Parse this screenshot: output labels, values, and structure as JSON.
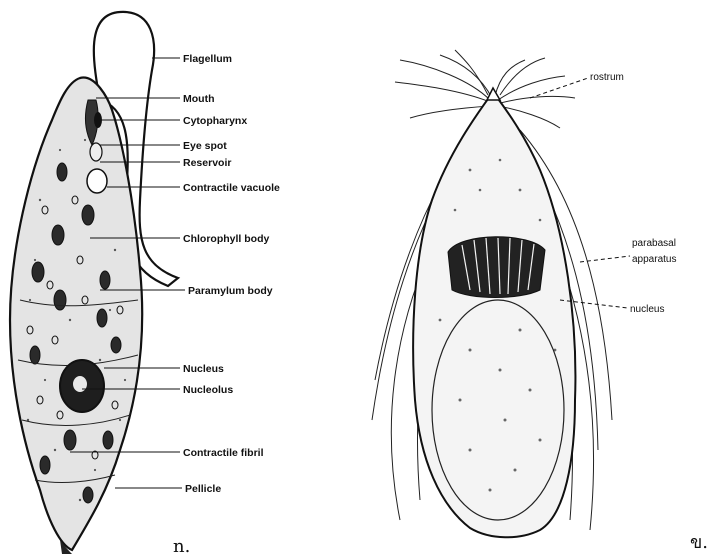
{
  "left_panel": {
    "labels": {
      "flagellum": "Flagellum",
      "mouth": "Mouth",
      "cytopharynx": "Cytopharynx",
      "eye_spot": "Eye spot",
      "reservoir": "Reservoir",
      "contractile_vacuole": "Contractile vacuole",
      "chlorophyll_body": "Chlorophyll body",
      "paramylum_body": "Paramylum body",
      "nucleus": "Nucleus",
      "nucleolus": "Nucleolus",
      "contractile_fibril": "Contractile fibril",
      "pellicle": "Pellicle"
    },
    "panel_letter": "n."
  },
  "right_panel": {
    "labels": {
      "rostrum": "rostrum",
      "parabasal": "parabasal",
      "apparatus": "apparatus",
      "nucleus": "nucleus"
    },
    "panel_letter": "ข."
  }
}
